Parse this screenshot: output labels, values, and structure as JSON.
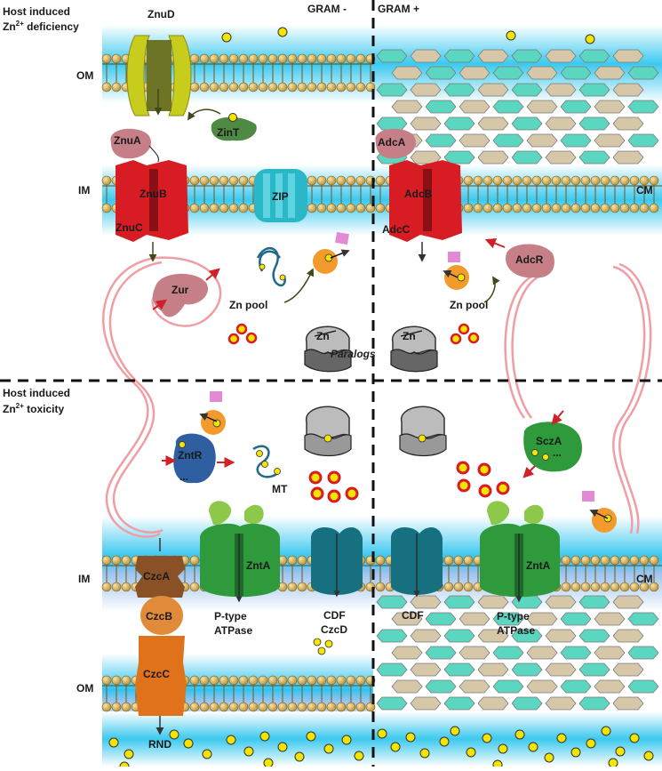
{
  "headers": {
    "gram_neg": "GRAM -",
    "gram_pos": "GRAM +",
    "deficiency_l1": "Host induced",
    "deficiency_l2": "Zn",
    "deficiency_sup": "2+",
    "deficiency_tail": " deficiency",
    "toxicity_l1": "Host induced",
    "toxicity_l2": "Zn",
    "toxicity_sup": "2+",
    "toxicity_tail": " toxicity"
  },
  "membranes": {
    "om_top": "OM",
    "im_top": "IM",
    "cm_top": "CM",
    "im_bottom": "IM",
    "cm_bottom": "CM",
    "om_bottom": "OM"
  },
  "proteins": {
    "znud": "ZnuD",
    "zint": "ZinT",
    "znua": "ZnuA",
    "znub": "ZnuB",
    "znuc": "ZnuC",
    "zip": "ZIP",
    "adca": "AdcA",
    "adcb": "AdcB",
    "adcc": "AdcC",
    "adcr": "AdcR",
    "zur": "Zur",
    "zntr": "ZntR",
    "scza": "SczA",
    "czca": "CzcA",
    "czcb": "CzcB",
    "czcc": "CzcC",
    "znta_left": "ZntA",
    "znta_right": "ZntA",
    "zn_inside_1": "Zn",
    "zn_inside_2": "Zn"
  },
  "labels": {
    "zn_pool_left": "Zn pool",
    "zn_pool_right": "Zn pool",
    "paralogs": "Paralogs",
    "mt": "MT",
    "ptype_left_1": "P-type",
    "ptype_left_2": "ATPase",
    "cdf_czcd_1": "CDF",
    "cdf_czcd_2": "CzcD",
    "cdf_right": "CDF",
    "ptype_right_1": "P-type",
    "ptype_right_2": "ATPase",
    "rnd": "RND",
    "dots_zntr": "...",
    "dots_scza": "..."
  },
  "colors": {
    "zinc": "#f5e400",
    "membrane_head": "#d4b15c",
    "membrane_band": "#33c8ee",
    "transporter_red": "#d81c24",
    "zip_cyan": "#2ab7c8",
    "znud_olive": "#6e7426",
    "atpase_green": "#2e9a3b",
    "cdf_teal": "#17707f",
    "czc_brown": "#8a5026",
    "regulator_rose": "#c67f86",
    "dna_pink": "#ef9fa4"
  }
}
